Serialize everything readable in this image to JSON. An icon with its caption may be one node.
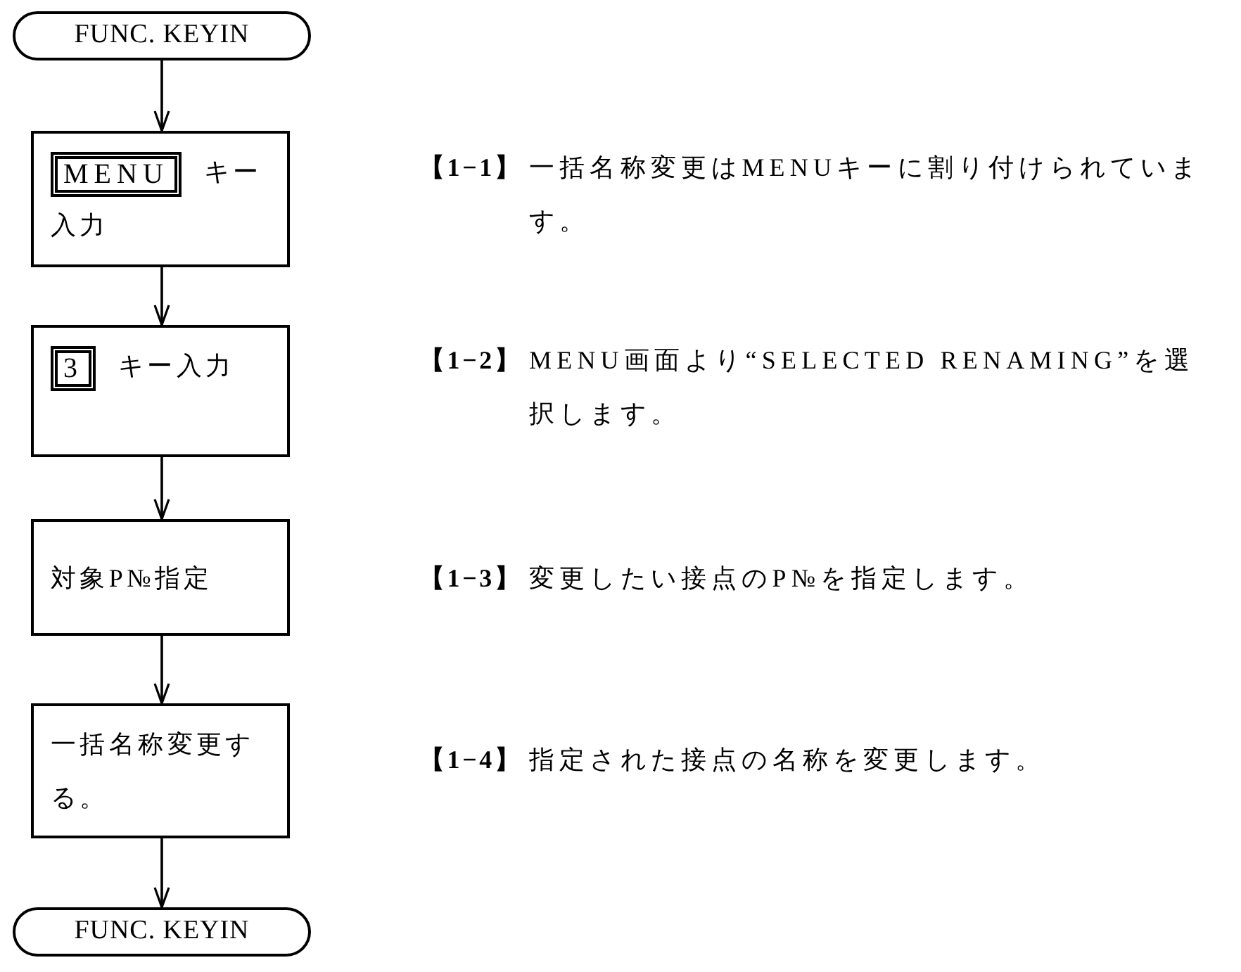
{
  "diagram": {
    "nodes": [
      {
        "text": [
          "FUNC. KEYIN"
        ]
      },
      {
        "text": [
          "キー入力"
        ],
        "beside": [
          "【1−1】",
          "一括名称変更はMENUキーに割り付けられています。"
        ]
      },
      {
        "text": [
          "MENU"
        ],
        "in": 1
      },
      {
        "text": [
          "キー入力"
        ],
        "beside": [
          "【1−2】",
          "MENU画面より“SELECTED RENAMING”を選択します。"
        ]
      },
      {
        "text": [
          "3"
        ],
        "in": 3
      },
      {
        "text": [
          "対象P№指定"
        ],
        "beside": [
          "【1−3】",
          "変更したい接点のP№を指定します。"
        ]
      },
      {
        "text": [
          "一括名称変更する。"
        ],
        "beside": [
          "【1−4】",
          "指定された接点の名称を変更します。"
        ]
      },
      {
        "text": [
          "FUNC. KEYIN"
        ]
      }
    ],
    "edges": [
      {
        "from": 0,
        "to": 1,
        "arrow": "to"
      },
      {
        "from": 1,
        "to": 3,
        "arrow": "to"
      },
      {
        "from": 3,
        "to": 5,
        "arrow": "to"
      },
      {
        "from": 5,
        "to": 6,
        "arrow": "to"
      },
      {
        "from": 6,
        "to": 7,
        "arrow": "to"
      }
    ]
  }
}
